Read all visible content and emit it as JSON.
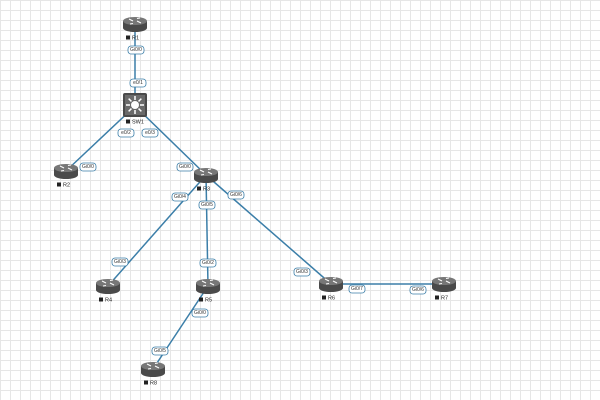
{
  "nodes": [
    {
      "id": "R1",
      "label": "R1",
      "type": "router"
    },
    {
      "id": "SW1",
      "label": "SW1",
      "type": "switch"
    },
    {
      "id": "R2",
      "label": "R2",
      "type": "router"
    },
    {
      "id": "R3",
      "label": "R3",
      "type": "router"
    },
    {
      "id": "R4",
      "label": "R4",
      "type": "router"
    },
    {
      "id": "R5",
      "label": "R5",
      "type": "router"
    },
    {
      "id": "R6",
      "label": "R6",
      "type": "router"
    },
    {
      "id": "R7",
      "label": "R7",
      "type": "router"
    },
    {
      "id": "R8",
      "label": "R8",
      "type": "router"
    }
  ],
  "links": [
    {
      "a": "R1",
      "a_port": "Gi0/0",
      "b": "SW1",
      "b_port": "e0/1"
    },
    {
      "a": "SW1",
      "a_port": "e0/2",
      "b": "R2",
      "b_port": "Gi0/0"
    },
    {
      "a": "SW1",
      "a_port": "e0/3",
      "b": "R3",
      "b_port": "Gi0/0"
    },
    {
      "a": "R3",
      "a_port": "Gi0/4",
      "b": "R4",
      "b_port": "Gi0/3"
    },
    {
      "a": "R3",
      "a_port": "Gi0/5",
      "b": "R5",
      "b_port": "Gi0/2"
    },
    {
      "a": "R3",
      "a_port": "Gi0/6",
      "b": "R6",
      "b_port": "Gi0/3"
    },
    {
      "a": "R5",
      "a_port": "Gi0/0",
      "b": "R8",
      "b_port": "Gi0/5"
    },
    {
      "a": "R6",
      "a_port": "Gi0/7",
      "b": "R7",
      "b_port": "Gi0/6"
    }
  ],
  "colors": {
    "link": "#3b7ea8",
    "device": "#5a5a5a"
  }
}
